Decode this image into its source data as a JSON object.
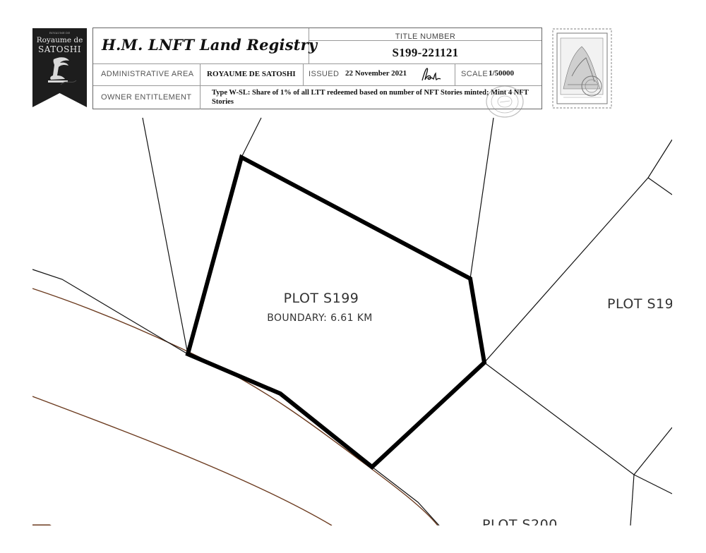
{
  "logo": {
    "text_line1": "Royaume de",
    "text_line2": "SATOSHI",
    "icon": "winged-boot-icon"
  },
  "registry": {
    "title": "H.M. LNFT Land Registry",
    "title_number_label": "TITLE NUMBER",
    "title_number": "S199-221121",
    "administrative_area_label": "ADMINISTRATIVE AREA",
    "administrative_area": "ROYAUME DE SATOSHI",
    "issued_label": "ISSUED",
    "issued_date": "22 November 2021",
    "scale_label": "SCALE",
    "scale": "1/50000",
    "owner_entitlement_label": "OWNER ENTITLEMENT",
    "owner_entitlement": "Type W-SL: Share of 1% of all LTT redeemed based on number of NFT Stories minted; Mint 4 NFT Stories"
  },
  "map": {
    "main_plot_label": "PLOT S199",
    "main_plot_boundary": "BOUNDARY: 6.61 KM",
    "neighbor_right_label": "PLOT S19",
    "neighbor_bottom_label": "PLOT S200"
  },
  "colors": {
    "plot_outline": "#000000",
    "parcel_lines": "#111111",
    "river_lines": "#6b3a1e",
    "logo_background": "#1d1d1d",
    "text": "#222222"
  }
}
